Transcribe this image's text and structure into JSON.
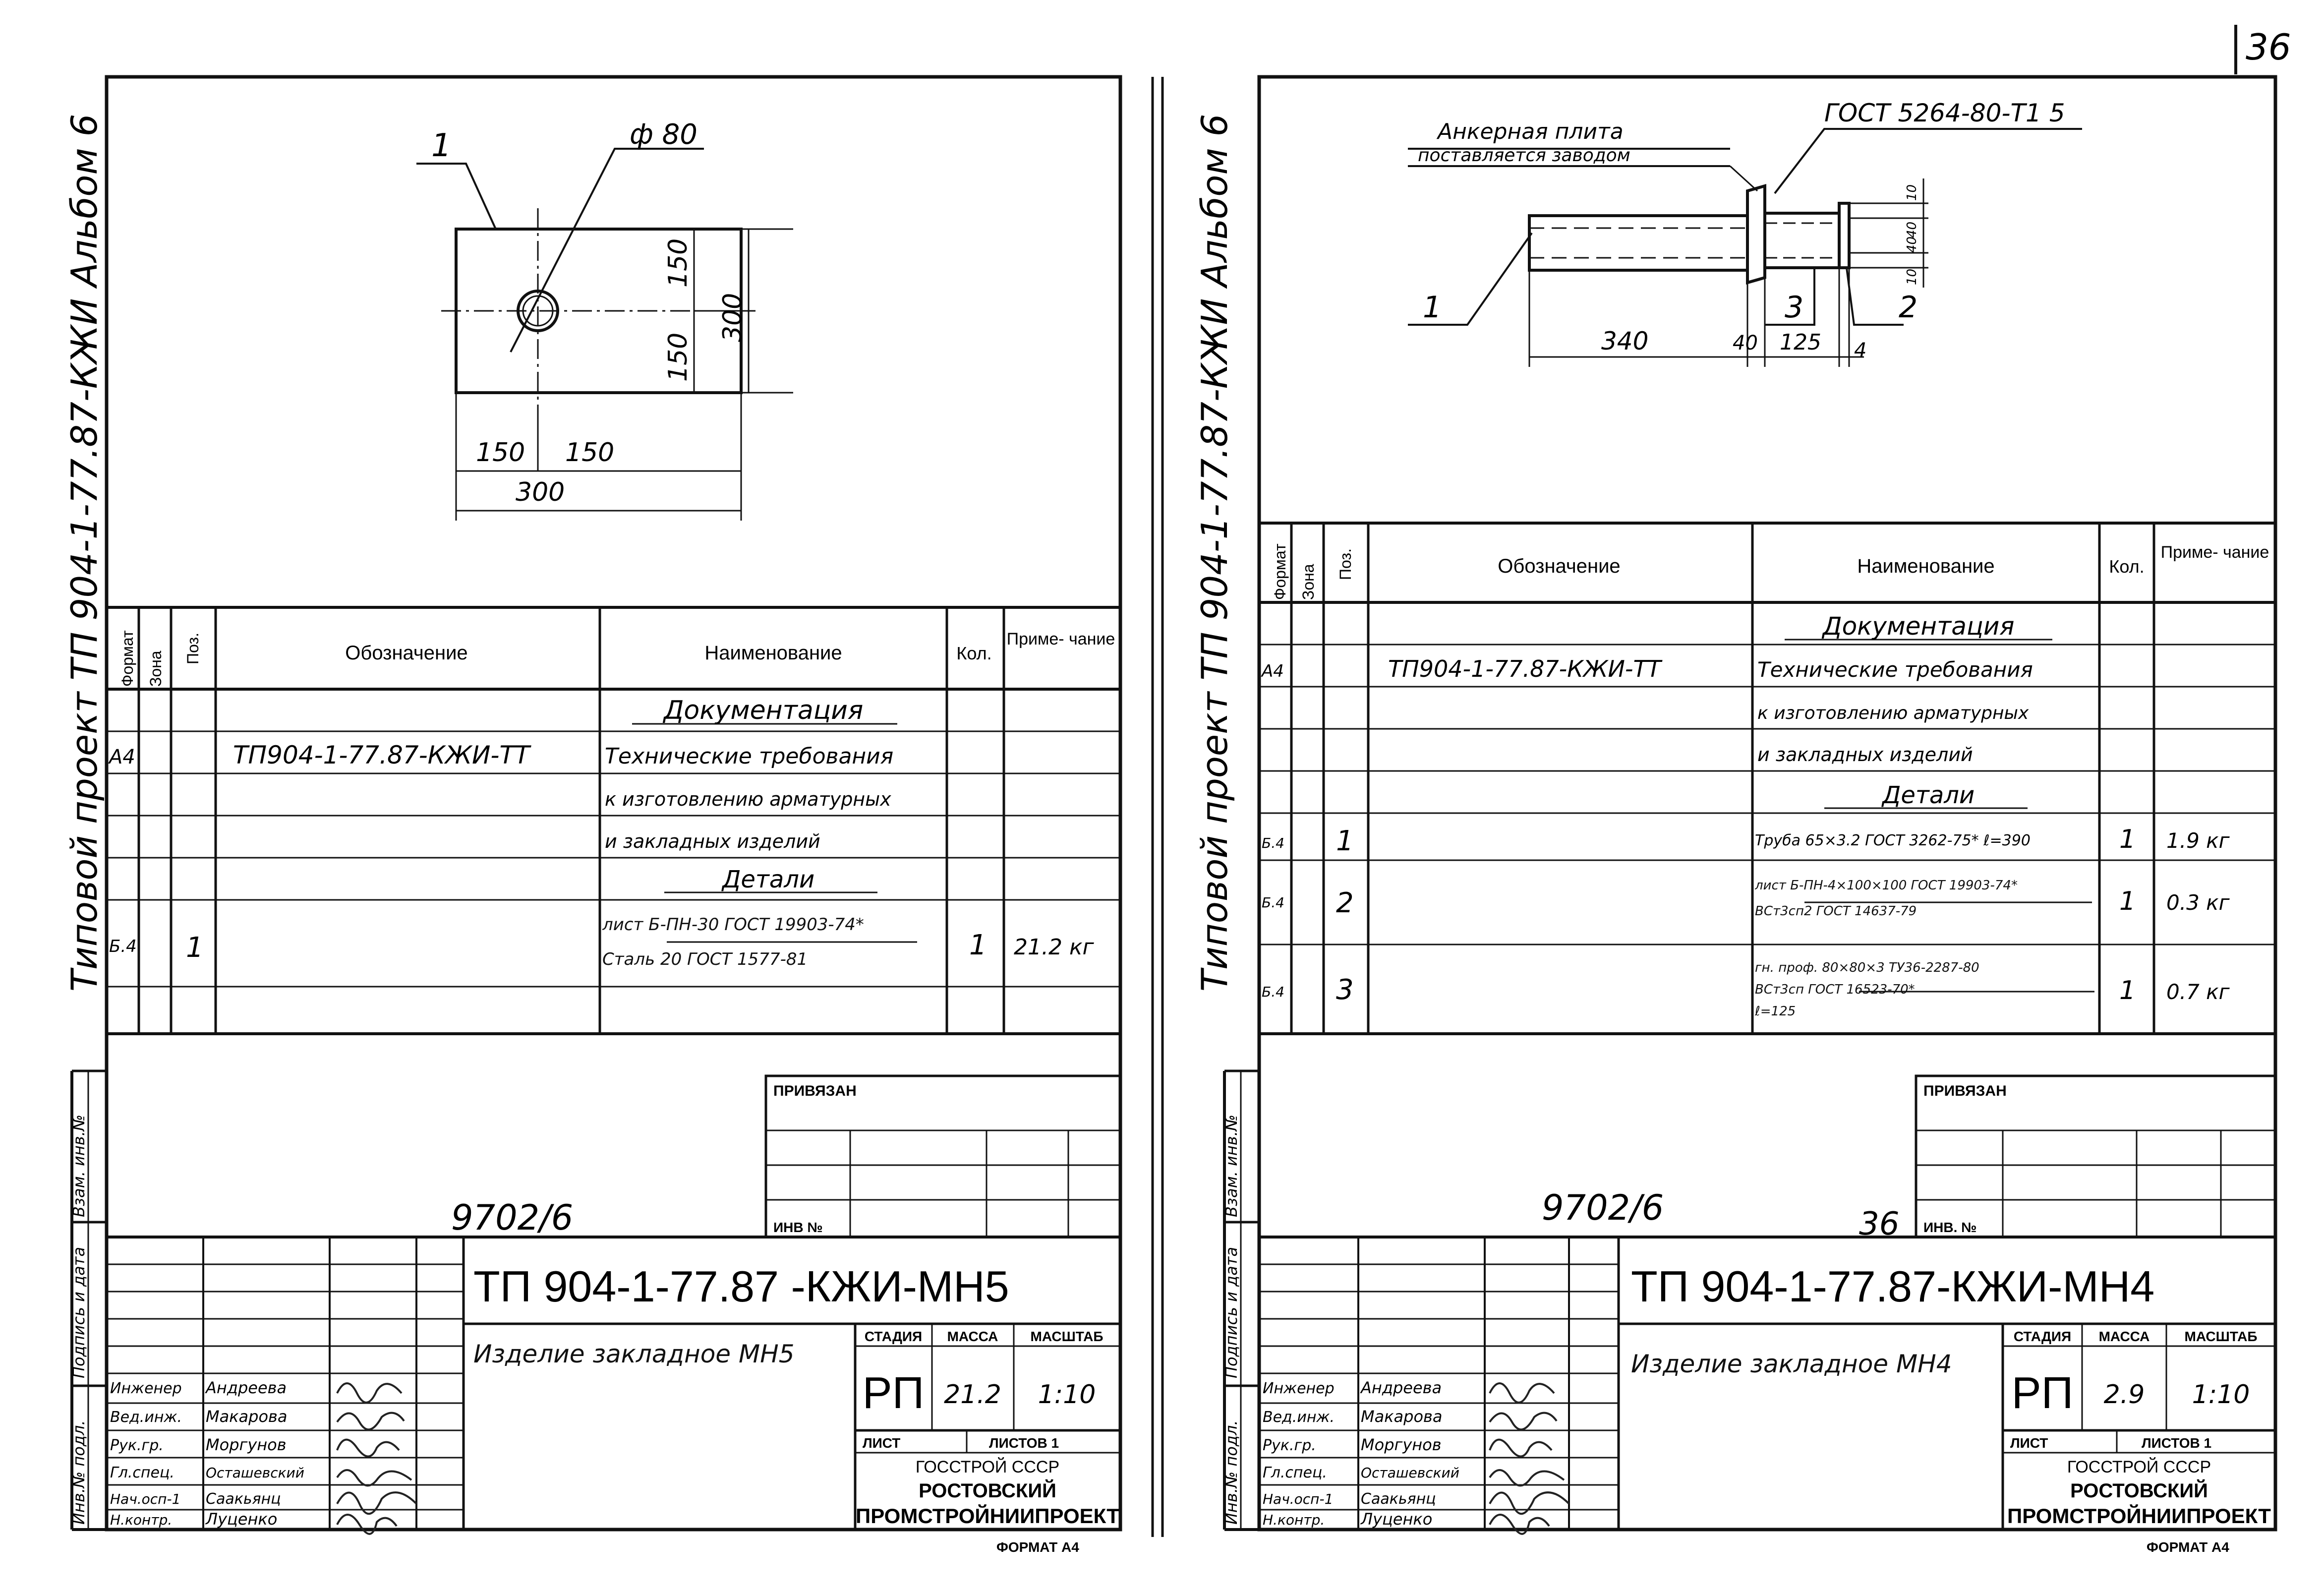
{
  "page_number": "36",
  "sheets": [
    {
      "vertical_title": "Типовой проект ТП 904-1-77.87-КЖИ Альбом 6",
      "drawing": {
        "leader_1": "1",
        "diameter": "ф 80",
        "dim_150_a": "150",
        "dim_150_b": "150",
        "dim_150_h1": "150",
        "dim_150_h2": "150",
        "dim_300_h": "300",
        "dim_300_v": "300"
      },
      "spec": {
        "headers": [
          "Формат",
          "Зона",
          "Поз.",
          "Обозначение",
          "Наименование",
          "Кол.",
          "Приме-\nчание"
        ],
        "rows": [
          {
            "fmt": "",
            "zone": "",
            "pos": "",
            "code": "",
            "name": "Документация",
            "qty": "",
            "note": "",
            "underline": true
          },
          {
            "fmt": "А4",
            "zone": "",
            "pos": "",
            "code": "ТП904-1-77.87-КЖИ-ТТ",
            "name": "Технические требования",
            "qty": "",
            "note": ""
          },
          {
            "fmt": "",
            "zone": "",
            "pos": "",
            "code": "",
            "name": "к изготовлению арматурных",
            "qty": "",
            "note": ""
          },
          {
            "fmt": "",
            "zone": "",
            "pos": "",
            "code": "",
            "name": "и закладных изделий",
            "qty": "",
            "note": ""
          },
          {
            "fmt": "",
            "zone": "",
            "pos": "",
            "code": "",
            "name": "Детали",
            "qty": "",
            "note": "",
            "underline": true
          },
          {
            "fmt": "Б.4",
            "zone": "",
            "pos": "1",
            "code": "",
            "name": "лист Б-ПН-30 ГОСТ 19903-74* / Сталь 20 ГОСТ 1577-81",
            "qty": "1",
            "note": "21.2 кг"
          }
        ]
      },
      "side_labels": [
        "Инв.№ подл.",
        "Подпись и дата",
        "Взам. инв.№"
      ],
      "privyazan": "ПРИВЯЗАН",
      "inv_no": "ИНВ №",
      "handwritten_no": "9702/6",
      "title_code": "ТП 904-1-77.87 -КЖИ-МН5",
      "item_name": "Изделие закладное МН5",
      "stage_headers": [
        "СТАДИЯ",
        "МАССА",
        "МАСШТАБ"
      ],
      "stage": "РП",
      "mass": "21.2",
      "scale": "1:10",
      "sheet_label": "ЛИСТ",
      "sheets_label": "ЛИСТОВ 1",
      "org1": "ГОССТРОЙ СССР",
      "org2": "РОСТОВСКИЙ",
      "org3": "ПРОМСТРОЙНИИПРОЕКТ",
      "format": "ФОРМАТ А4",
      "signers": [
        {
          "role": "Инженер",
          "name": "Андреева"
        },
        {
          "role": "Вед.инж.",
          "name": "Макарова"
        },
        {
          "role": "Рук.гр.",
          "name": "Моргунов"
        },
        {
          "role": "Гл.спец.",
          "name": "Осташевский"
        },
        {
          "role": "Нач.осп-1",
          "name": "Саакьянц"
        },
        {
          "role": "Н.контр.",
          "name": "Луценко"
        }
      ]
    },
    {
      "vertical_title": "Типовой проект ТП 904-1-77.87-КЖИ Альбом 6",
      "drawing": {
        "anchor_plate": "Анкерная плита",
        "supplied": "поставляется заводом",
        "gost_weld": "ГОСТ 5264-80-Т1 5",
        "leader_1": "1",
        "leader_2": "2",
        "leader_3": "3",
        "dim_340": "340",
        "dim_40": "40",
        "dim_125": "125",
        "dim_4": "4",
        "dim_10a": "10",
        "dim_40v": "40",
        "dim_40v2": "40",
        "dim_10b": "10"
      },
      "spec": {
        "headers": [
          "Формат",
          "Зона",
          "Поз.",
          "Обозначение",
          "Наименование",
          "Кол.",
          "Приме-\nчание"
        ],
        "rows": [
          {
            "fmt": "",
            "zone": "",
            "pos": "",
            "code": "",
            "name": "Документация",
            "qty": "",
            "note": "",
            "underline": true
          },
          {
            "fmt": "А4",
            "zone": "",
            "pos": "",
            "code": "ТП904-1-77.87-КЖИ-ТТ",
            "name": "Технические требования",
            "qty": "",
            "note": ""
          },
          {
            "fmt": "",
            "zone": "",
            "pos": "",
            "code": "",
            "name": "к изготовлению арматурных",
            "qty": "",
            "note": ""
          },
          {
            "fmt": "",
            "zone": "",
            "pos": "",
            "code": "",
            "name": "и закладных изделий",
            "qty": "",
            "note": ""
          },
          {
            "fmt": "",
            "zone": "",
            "pos": "",
            "code": "",
            "name": "Детали",
            "qty": "",
            "note": "",
            "underline": true
          },
          {
            "fmt": "Б.4",
            "zone": "",
            "pos": "1",
            "code": "",
            "name": "Труба 65×3.2 ГОСТ 3262-75* ℓ=390",
            "qty": "1",
            "note": "1.9 кг"
          },
          {
            "fmt": "Б.4",
            "zone": "",
            "pos": "2",
            "code": "",
            "name": "лист Б-ПН-4×100×100 ГОСТ 19903-74* / ВСт3сп2 ГОСТ 14637-79",
            "qty": "1",
            "note": "0.3 кг"
          },
          {
            "fmt": "Б.4",
            "zone": "",
            "pos": "3",
            "code": "",
            "name": "гн. проф. 80×80×3 ТУ36-2287-80 / ВСт3сп ГОСТ 16523-70* / ℓ=125",
            "qty": "1",
            "note": "0.7 кг"
          }
        ]
      },
      "side_labels": [
        "Инв.№ подл.",
        "Подпись и дата",
        "Взам. инв.№"
      ],
      "privyazan": "ПРИВЯЗАН",
      "inv_no": "ИНВ. №",
      "handwritten_no": "9702/6",
      "handwritten_36": "36",
      "title_code": "ТП 904-1-77.87-КЖИ-МН4",
      "item_name": "Изделие закладное МН4",
      "stage_headers": [
        "СТАДИЯ",
        "МАССА",
        "МАСШТАБ"
      ],
      "stage": "РП",
      "mass": "2.9",
      "scale": "1:10",
      "sheet_label": "ЛИСТ",
      "sheets_label": "ЛИСТОВ 1",
      "org1": "ГОССТРОЙ СССР",
      "org2": "РОСТОВСКИЙ",
      "org3": "ПРОМСТРОЙНИИПРОЕКТ",
      "format": "ФОРМАТ А4",
      "signers": [
        {
          "role": "Инженер",
          "name": "Андреева"
        },
        {
          "role": "Вед.инж.",
          "name": "Макарова"
        },
        {
          "role": "Рук.гр.",
          "name": "Моргунов"
        },
        {
          "role": "Гл.спец.",
          "name": "Осташевский"
        },
        {
          "role": "Нач.осп-1",
          "name": "Саакьянц"
        },
        {
          "role": "Н.контр.",
          "name": "Луценко"
        }
      ]
    }
  ]
}
